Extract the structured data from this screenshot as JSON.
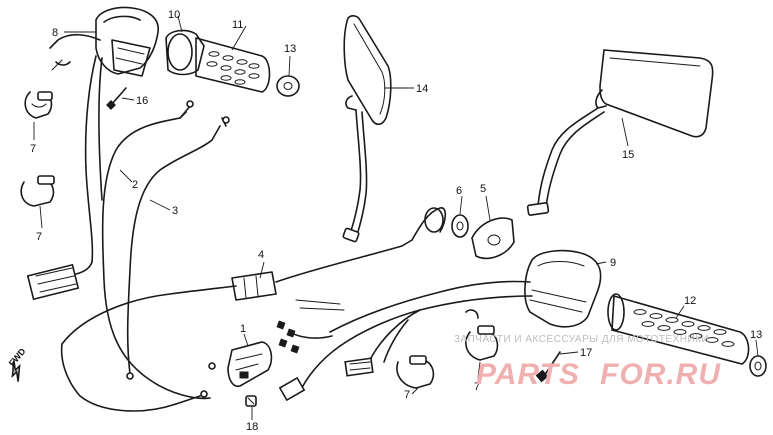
{
  "callouts": {
    "c1": "1",
    "c2": "2",
    "c3": "3",
    "c4": "4",
    "c5": "5",
    "c6": "6",
    "c7a": "7",
    "c7b": "7",
    "c7c": "7",
    "c7d": "7",
    "c8": "8",
    "c9": "9",
    "c10": "10",
    "c11": "11",
    "c12": "12",
    "c13a": "13",
    "c13b": "13",
    "c14": "14",
    "c15": "15",
    "c16": "16",
    "c17": "17",
    "c18": "18"
  },
  "direction_label": "FWD",
  "watermark": {
    "tagline": "ЗАПЧАСТИ И АКСЕССУАРЫ ДЛЯ МОТОТЕХНИКИ",
    "logo_left": "PARTS",
    "logo_right": "FOR.RU",
    "logo_color": "#f0b0b0"
  }
}
